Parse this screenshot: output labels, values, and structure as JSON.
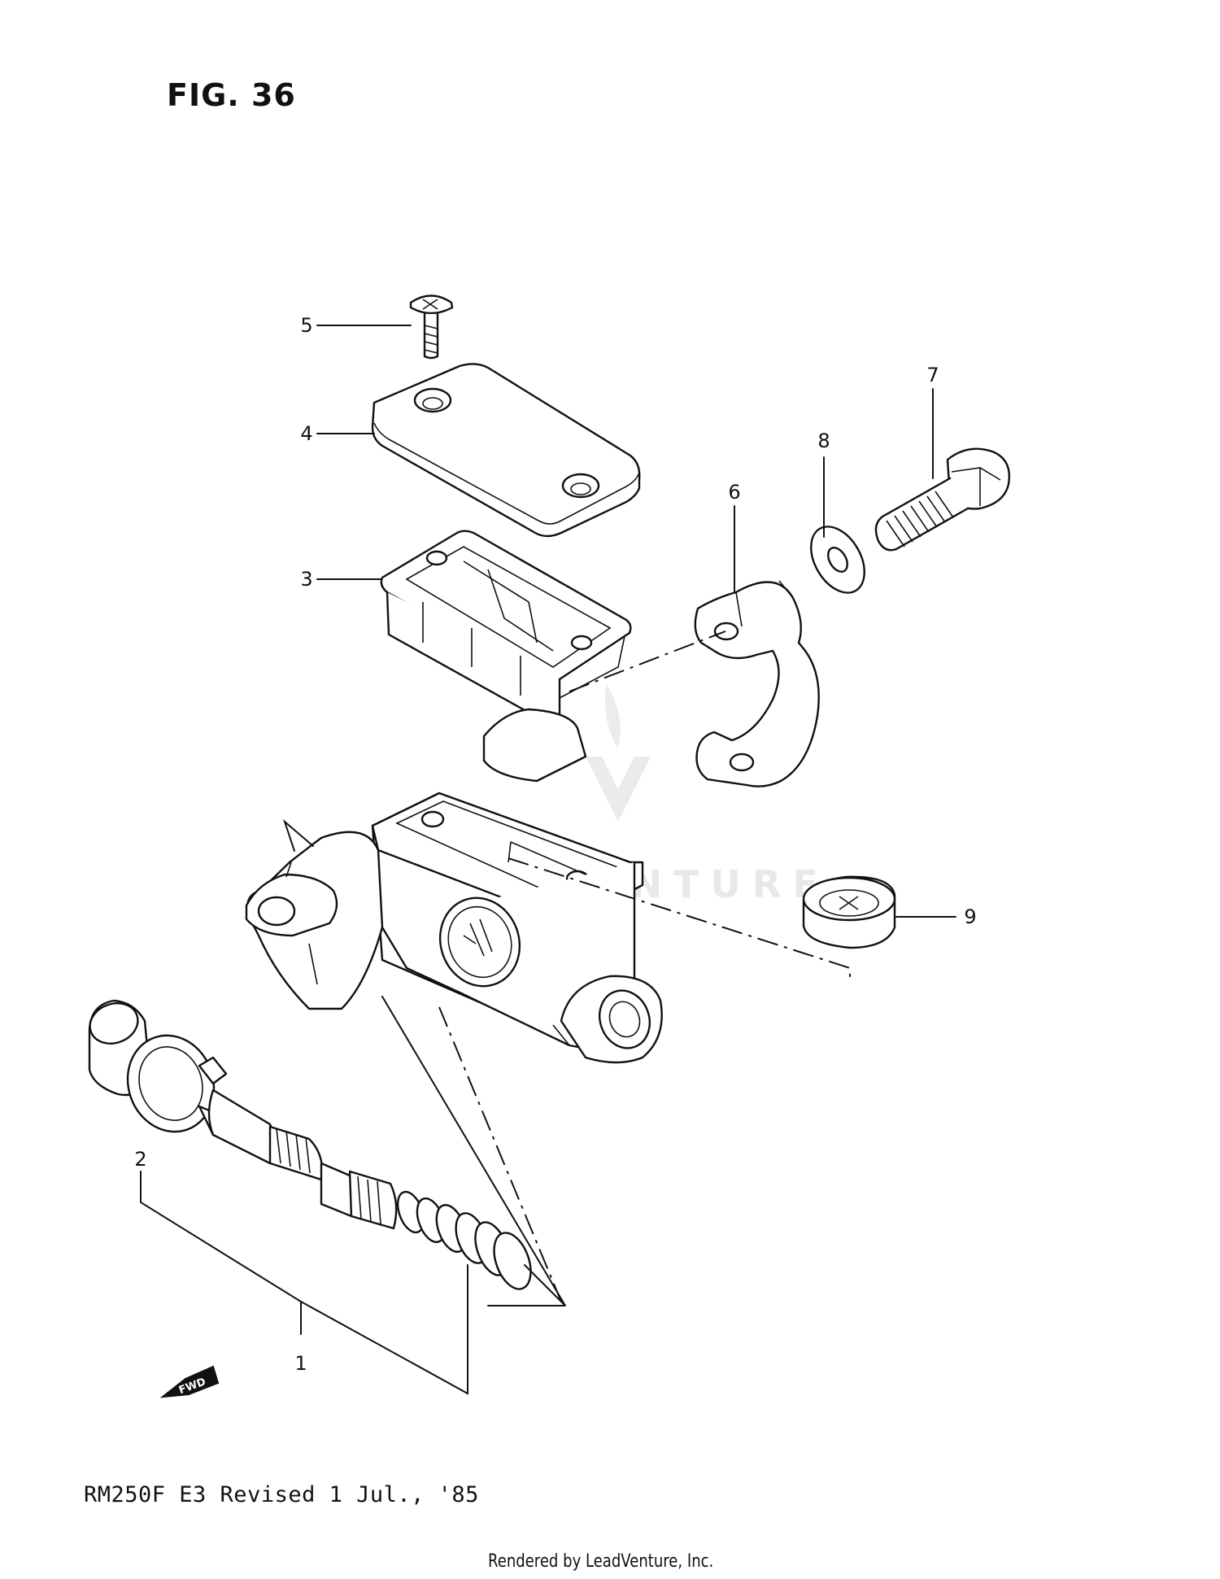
{
  "figure": {
    "title": "FIG. 36"
  },
  "callouts": [
    {
      "id": "1",
      "label": "1"
    },
    {
      "id": "2",
      "label": "2"
    },
    {
      "id": "3",
      "label": "3"
    },
    {
      "id": "4",
      "label": "4"
    },
    {
      "id": "5",
      "label": "5"
    },
    {
      "id": "6",
      "label": "6"
    },
    {
      "id": "7",
      "label": "7"
    },
    {
      "id": "8",
      "label": "8"
    },
    {
      "id": "9",
      "label": "9"
    }
  ],
  "direction_marker": {
    "text": "FWD",
    "icon": "fwd-arrow-icon"
  },
  "watermark": {
    "text": "LEADVENTURE",
    "logo": "leadventure-logo-icon"
  },
  "footer": {
    "model_ref": "RM250F E3 Revised 1 Jul., '85",
    "credit": "Rendered by LeadVenture, Inc."
  }
}
